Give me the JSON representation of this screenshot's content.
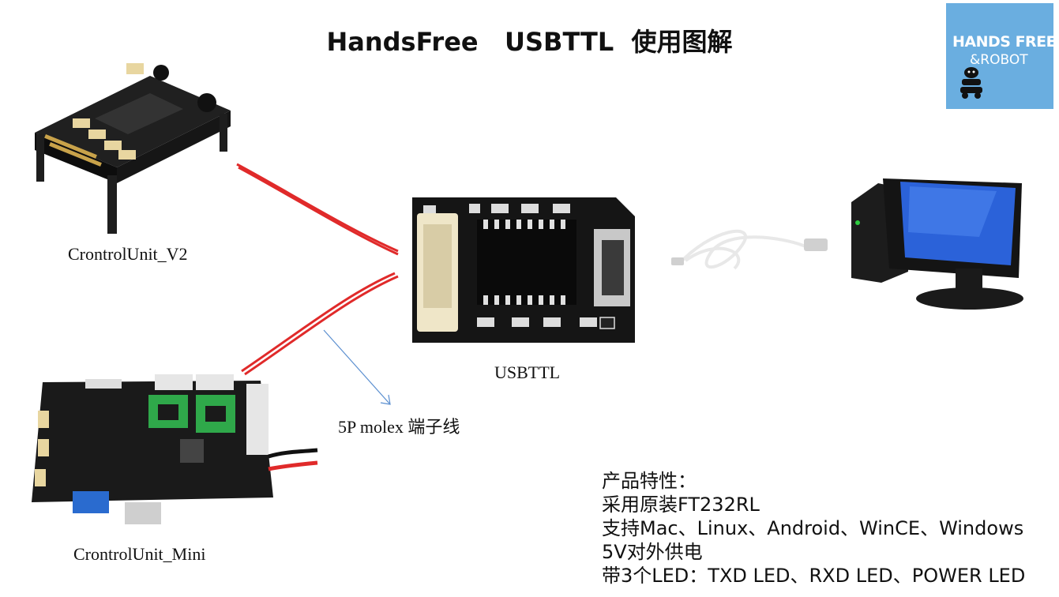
{
  "title": "HandsFree   USBTTL  使用图解",
  "logo": {
    "line1": "HANDS FREE",
    "line2": "&ROBOT"
  },
  "labels": {
    "controlunit_v2": "CrontrolUnit_V2",
    "controlunit_mini": "CrontrolUnit_Mini",
    "usbttl": "USBTTL",
    "molex": "5P molex 端子线"
  },
  "features": {
    "heading": "产品特性：",
    "items": [
      "采用原装FT232RL",
      "支持Mac、Linux、Android、WinCE、Windows",
      "5V对外供电",
      "带3个LED：TXD LED、RXD LED、POWER LED"
    ]
  },
  "colors": {
    "cable": "#e02a2a",
    "pcb": "#1a1a1a",
    "logo_bg": "#6aaee0",
    "screen": "#2b62d9",
    "arrow": "#5b8fd0"
  }
}
